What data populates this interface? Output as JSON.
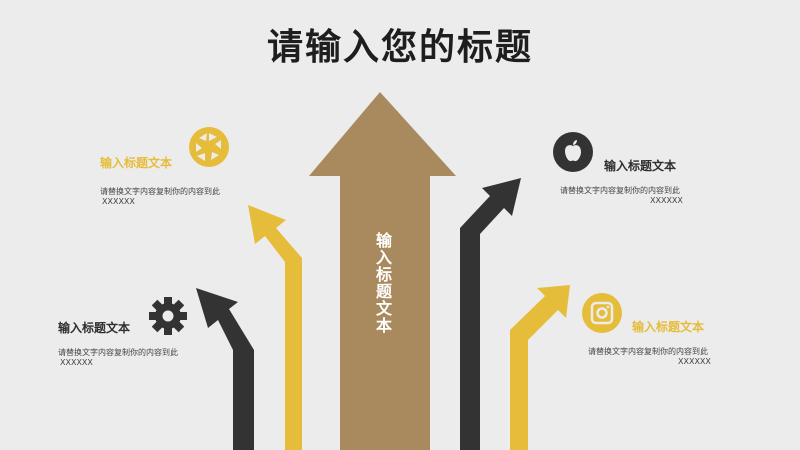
{
  "title": "请输入您的标题",
  "center_label": "输入标题文本",
  "callouts": [
    {
      "heading": "输入标题文本",
      "desc": "请替换文字内容复制你的内容到此",
      "sub": "XXXXXX",
      "icon": "aperture-icon",
      "color": "#e6bd3a"
    },
    {
      "heading": "输入标题文本",
      "desc": "请替换文字内容复制你的内容到此",
      "sub": "XXXXXX",
      "icon": "gear-icon",
      "color": "#2e2e2e"
    },
    {
      "heading": "输入标题文本",
      "desc": "请替换文字内容复制你的内容到此",
      "sub": "XXXXXX",
      "icon": "apple-icon",
      "color": "#2e2e2e"
    },
    {
      "heading": "输入标题文本",
      "desc": "请替换文字内容复制你的内容到此",
      "sub": "XXXXXX",
      "icon": "instagram-icon",
      "color": "#e6bd3a"
    }
  ],
  "colors": {
    "gold": "#e6bd3a",
    "dark": "#333333",
    "tan": "#a98a5e",
    "background": "#ececec"
  }
}
